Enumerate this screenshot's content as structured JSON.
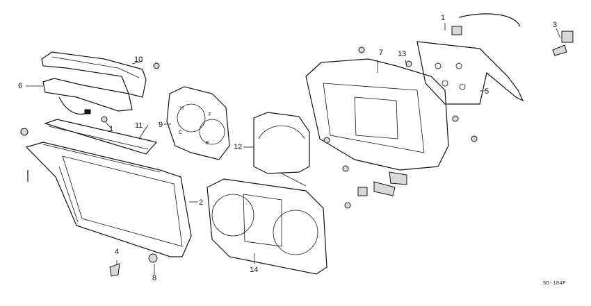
{
  "diagram": {
    "callouts": [
      {
        "id": "c1a",
        "label": "1"
      },
      {
        "id": "c1b",
        "label": "1"
      },
      {
        "id": "c2",
        "label": "2"
      },
      {
        "id": "c3",
        "label": "3"
      },
      {
        "id": "c4",
        "label": "4"
      },
      {
        "id": "c5",
        "label": "5"
      },
      {
        "id": "c6",
        "label": "6"
      },
      {
        "id": "c7",
        "label": "7"
      },
      {
        "id": "c8",
        "label": "8"
      },
      {
        "id": "c9",
        "label": "9"
      },
      {
        "id": "c10",
        "label": "10"
      },
      {
        "id": "c11",
        "label": "11"
      },
      {
        "id": "c12",
        "label": "12"
      },
      {
        "id": "c13",
        "label": "13"
      },
      {
        "id": "c14",
        "label": "14"
      }
    ],
    "gauge_letters": [
      "H",
      "C",
      "F",
      "E"
    ],
    "code": "SD-184P"
  }
}
